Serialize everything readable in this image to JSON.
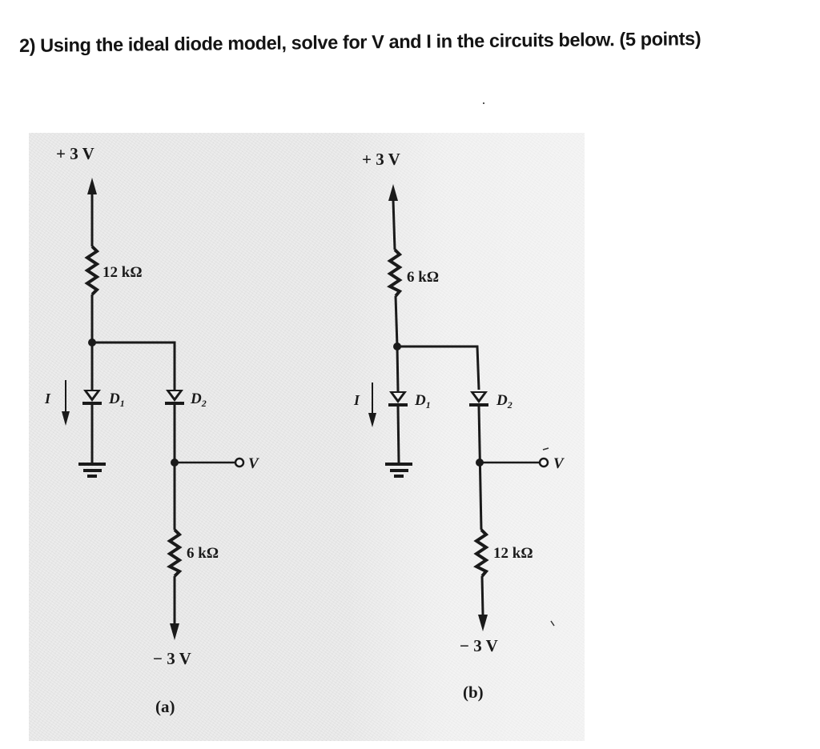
{
  "question": {
    "number": "2)",
    "text": "2) Using the ideal diode model, solve for V and I in the circuits below. (5 points)"
  },
  "circuits": [
    {
      "id": "a",
      "caption": "(a)",
      "supply_top": "+ 3 V",
      "top_resistor": "12 kΩ",
      "current_label": "I",
      "diode1": "D",
      "diode1_sub": "1",
      "diode2": "D",
      "diode2_sub": "2",
      "output_label": "V",
      "bottom_resistor": "6 kΩ",
      "supply_bottom": "− 3 V"
    },
    {
      "id": "b",
      "caption": "(b)",
      "supply_top": "+ 3 V",
      "top_resistor": "6 kΩ",
      "current_label": "I",
      "diode1": "D",
      "diode1_sub": "1",
      "diode2": "D",
      "diode2_sub": "2",
      "output_label": "V",
      "bottom_resistor": "12 kΩ",
      "supply_bottom": "− 3 V"
    }
  ],
  "colors": {
    "ink": "#1a1a1a",
    "scan_background": "#ececec",
    "page": "#ffffff"
  }
}
